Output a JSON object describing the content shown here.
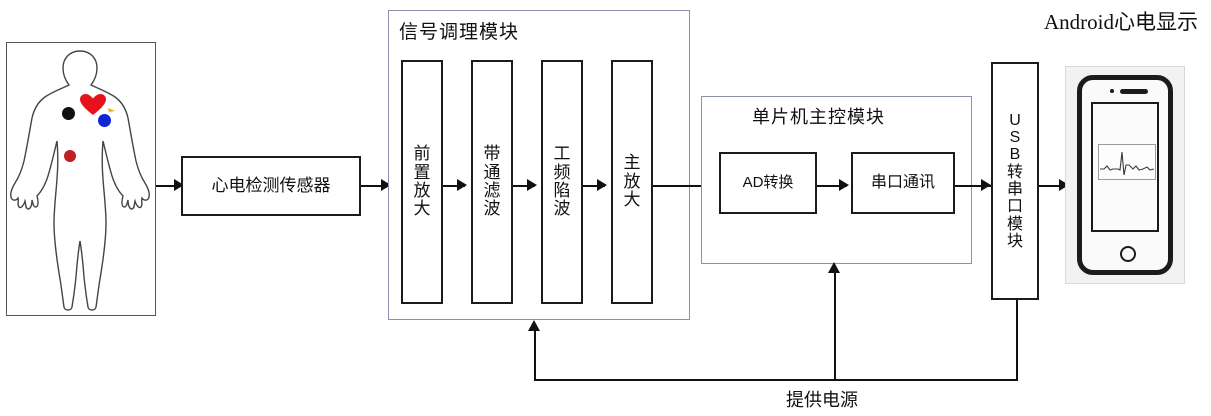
{
  "diagram": {
    "title_right": "Android心电显示",
    "power_label": "提供电源",
    "sensor_box": {
      "label": "心电检测传感器"
    },
    "signal_module": {
      "title": "信号调理模块",
      "stages": [
        {
          "label": "前置放大",
          "lines": [
            "前",
            "置",
            "放",
            "大"
          ]
        },
        {
          "label": "带通滤波",
          "lines": [
            "带",
            "通",
            "滤",
            "波"
          ]
        },
        {
          "label": "工频陷波",
          "lines": [
            "工",
            "频",
            "陷",
            "波"
          ]
        },
        {
          "label": "主放大",
          "lines": [
            "主",
            "放",
            "大"
          ]
        }
      ]
    },
    "mcu_module": {
      "title": "单片机主控模块",
      "blocks": [
        {
          "label": "AD转换"
        },
        {
          "label": "串口通讯"
        }
      ]
    },
    "usb_module": {
      "label": "USB转串口模块",
      "lines": [
        "U",
        "S",
        "B",
        "转",
        "串",
        "口",
        "模",
        "块"
      ]
    },
    "body_panel": {
      "name": "human-body-electrodes",
      "electrodes": [
        {
          "name": "electrode-black",
          "color": "#111111"
        },
        {
          "name": "electrode-blue",
          "color": "#1225d6"
        },
        {
          "name": "electrode-red",
          "color": "#c02020"
        }
      ],
      "heart_color": "#e8111b"
    },
    "phone": {
      "name": "android-phone",
      "screen_content": "ecg-waveform"
    },
    "colors": {
      "line": "#111111",
      "group_border": "#8a93ab",
      "box_border": "#1b1b1b"
    }
  }
}
